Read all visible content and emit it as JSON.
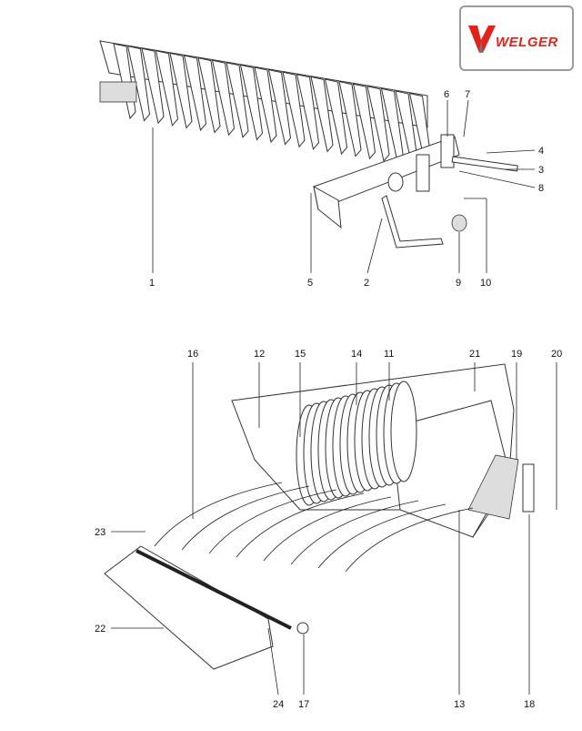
{
  "logo": {
    "brand": "WELGER",
    "colors": {
      "red": "#e2231a",
      "grey": "#777777"
    }
  },
  "upper_assembly_labels": [
    "1",
    "5",
    "2",
    "9",
    "10",
    "6",
    "7",
    "4",
    "3",
    "8"
  ],
  "lower_assembly_labels": [
    "16",
    "12",
    "15",
    "14",
    "11",
    "21",
    "19",
    "20",
    "23",
    "22",
    "24",
    "17",
    "13",
    "18"
  ]
}
